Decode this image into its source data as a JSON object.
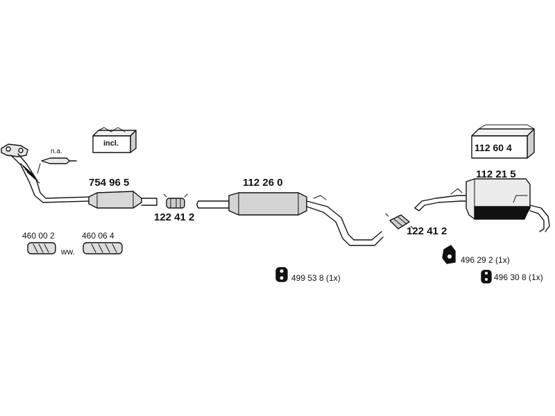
{
  "parts": {
    "downpipe_catalyst": "754 96 5",
    "clamp_front": "122 41 2",
    "middle_silencer": "112 26 0",
    "clamp_rear": "122 41 2",
    "rear_silencer": "112 21 5",
    "mounting_kit": "112 60 4",
    "flex_pipe_a": "460 00 2",
    "flex_pipe_b": "460 06 4",
    "alternative": "ww.",
    "hanger_middle": "499 53 8 (1x)",
    "hanger_rear_a": "496 29 2 (1x)",
    "hanger_rear_b": "496 30 8 (1x)",
    "sensor_note": "n.a.",
    "kit_included": "incl."
  },
  "colors": {
    "line": "#111111",
    "fill_light": "#ececec",
    "fill_mid": "#d0d0d0",
    "fill_dark": "#111111"
  }
}
